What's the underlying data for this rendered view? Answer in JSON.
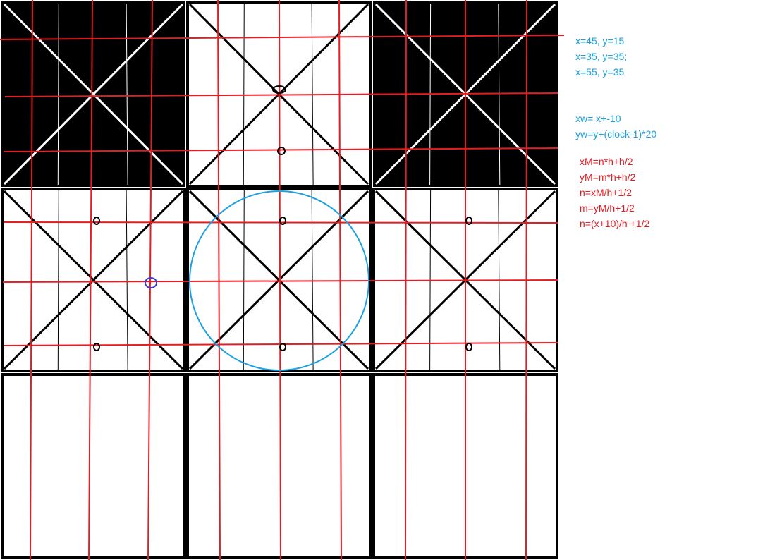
{
  "canvas": {
    "background": "#ffffff"
  },
  "colors": {
    "black": "#000000",
    "white": "#ffffff",
    "red": "#e51c23",
    "blue_note": "#1ba1e2",
    "circle_blue": "#1ba1e2",
    "marker_purple": "#3b3bd6"
  },
  "grid": {
    "rows": 3,
    "cols": 3,
    "tiles": [
      {
        "row": 0,
        "col": 0,
        "fill": "black",
        "diagonals": true
      },
      {
        "row": 0,
        "col": 1,
        "fill": "white",
        "diagonals": true
      },
      {
        "row": 0,
        "col": 2,
        "fill": "black",
        "diagonals": true
      },
      {
        "row": 1,
        "col": 0,
        "fill": "white",
        "diagonals": true
      },
      {
        "row": 1,
        "col": 1,
        "fill": "white",
        "diagonals": true
      },
      {
        "row": 1,
        "col": 2,
        "fill": "white",
        "diagonals": true
      },
      {
        "row": 2,
        "col": 0,
        "fill": "white",
        "diagonals": false
      },
      {
        "row": 2,
        "col": 1,
        "fill": "white",
        "diagonals": false
      },
      {
        "row": 2,
        "col": 2,
        "fill": "white",
        "diagonals": false
      }
    ]
  },
  "notes_blue": [
    "x=45, y=15",
    "x=35, y=35;",
    "x=55, y=35",
    "xw= x+-10",
    "yw=y+(clock-1)*20"
  ],
  "notes_red": [
    "xM=n*h+h/2",
    "yM=m*h+h/2",
    "n=xM/h+1/2",
    "m=yM/h+1/2",
    "n=(x+10)/h +1/2"
  ]
}
